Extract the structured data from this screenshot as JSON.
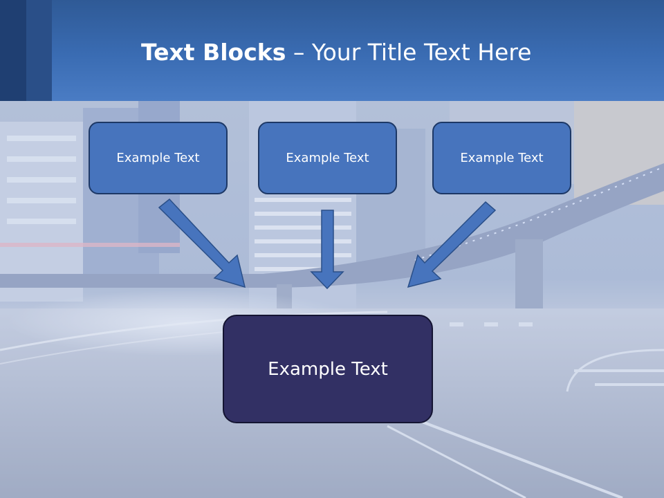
{
  "header": {
    "title_bold": "Text Blocks",
    "title_rest": " – Your Title Text Here"
  },
  "diagram": {
    "boxes": [
      {
        "label": "Example Text"
      },
      {
        "label": "Example Text"
      },
      {
        "label": "Example Text"
      }
    ],
    "main_box": {
      "label": "Example Text"
    }
  },
  "colors": {
    "header": "#3a6cb3",
    "box_fill": "#4774bd",
    "box_border": "#1d3866",
    "main_box_fill": "#323064",
    "arrow": "#4774bd"
  }
}
